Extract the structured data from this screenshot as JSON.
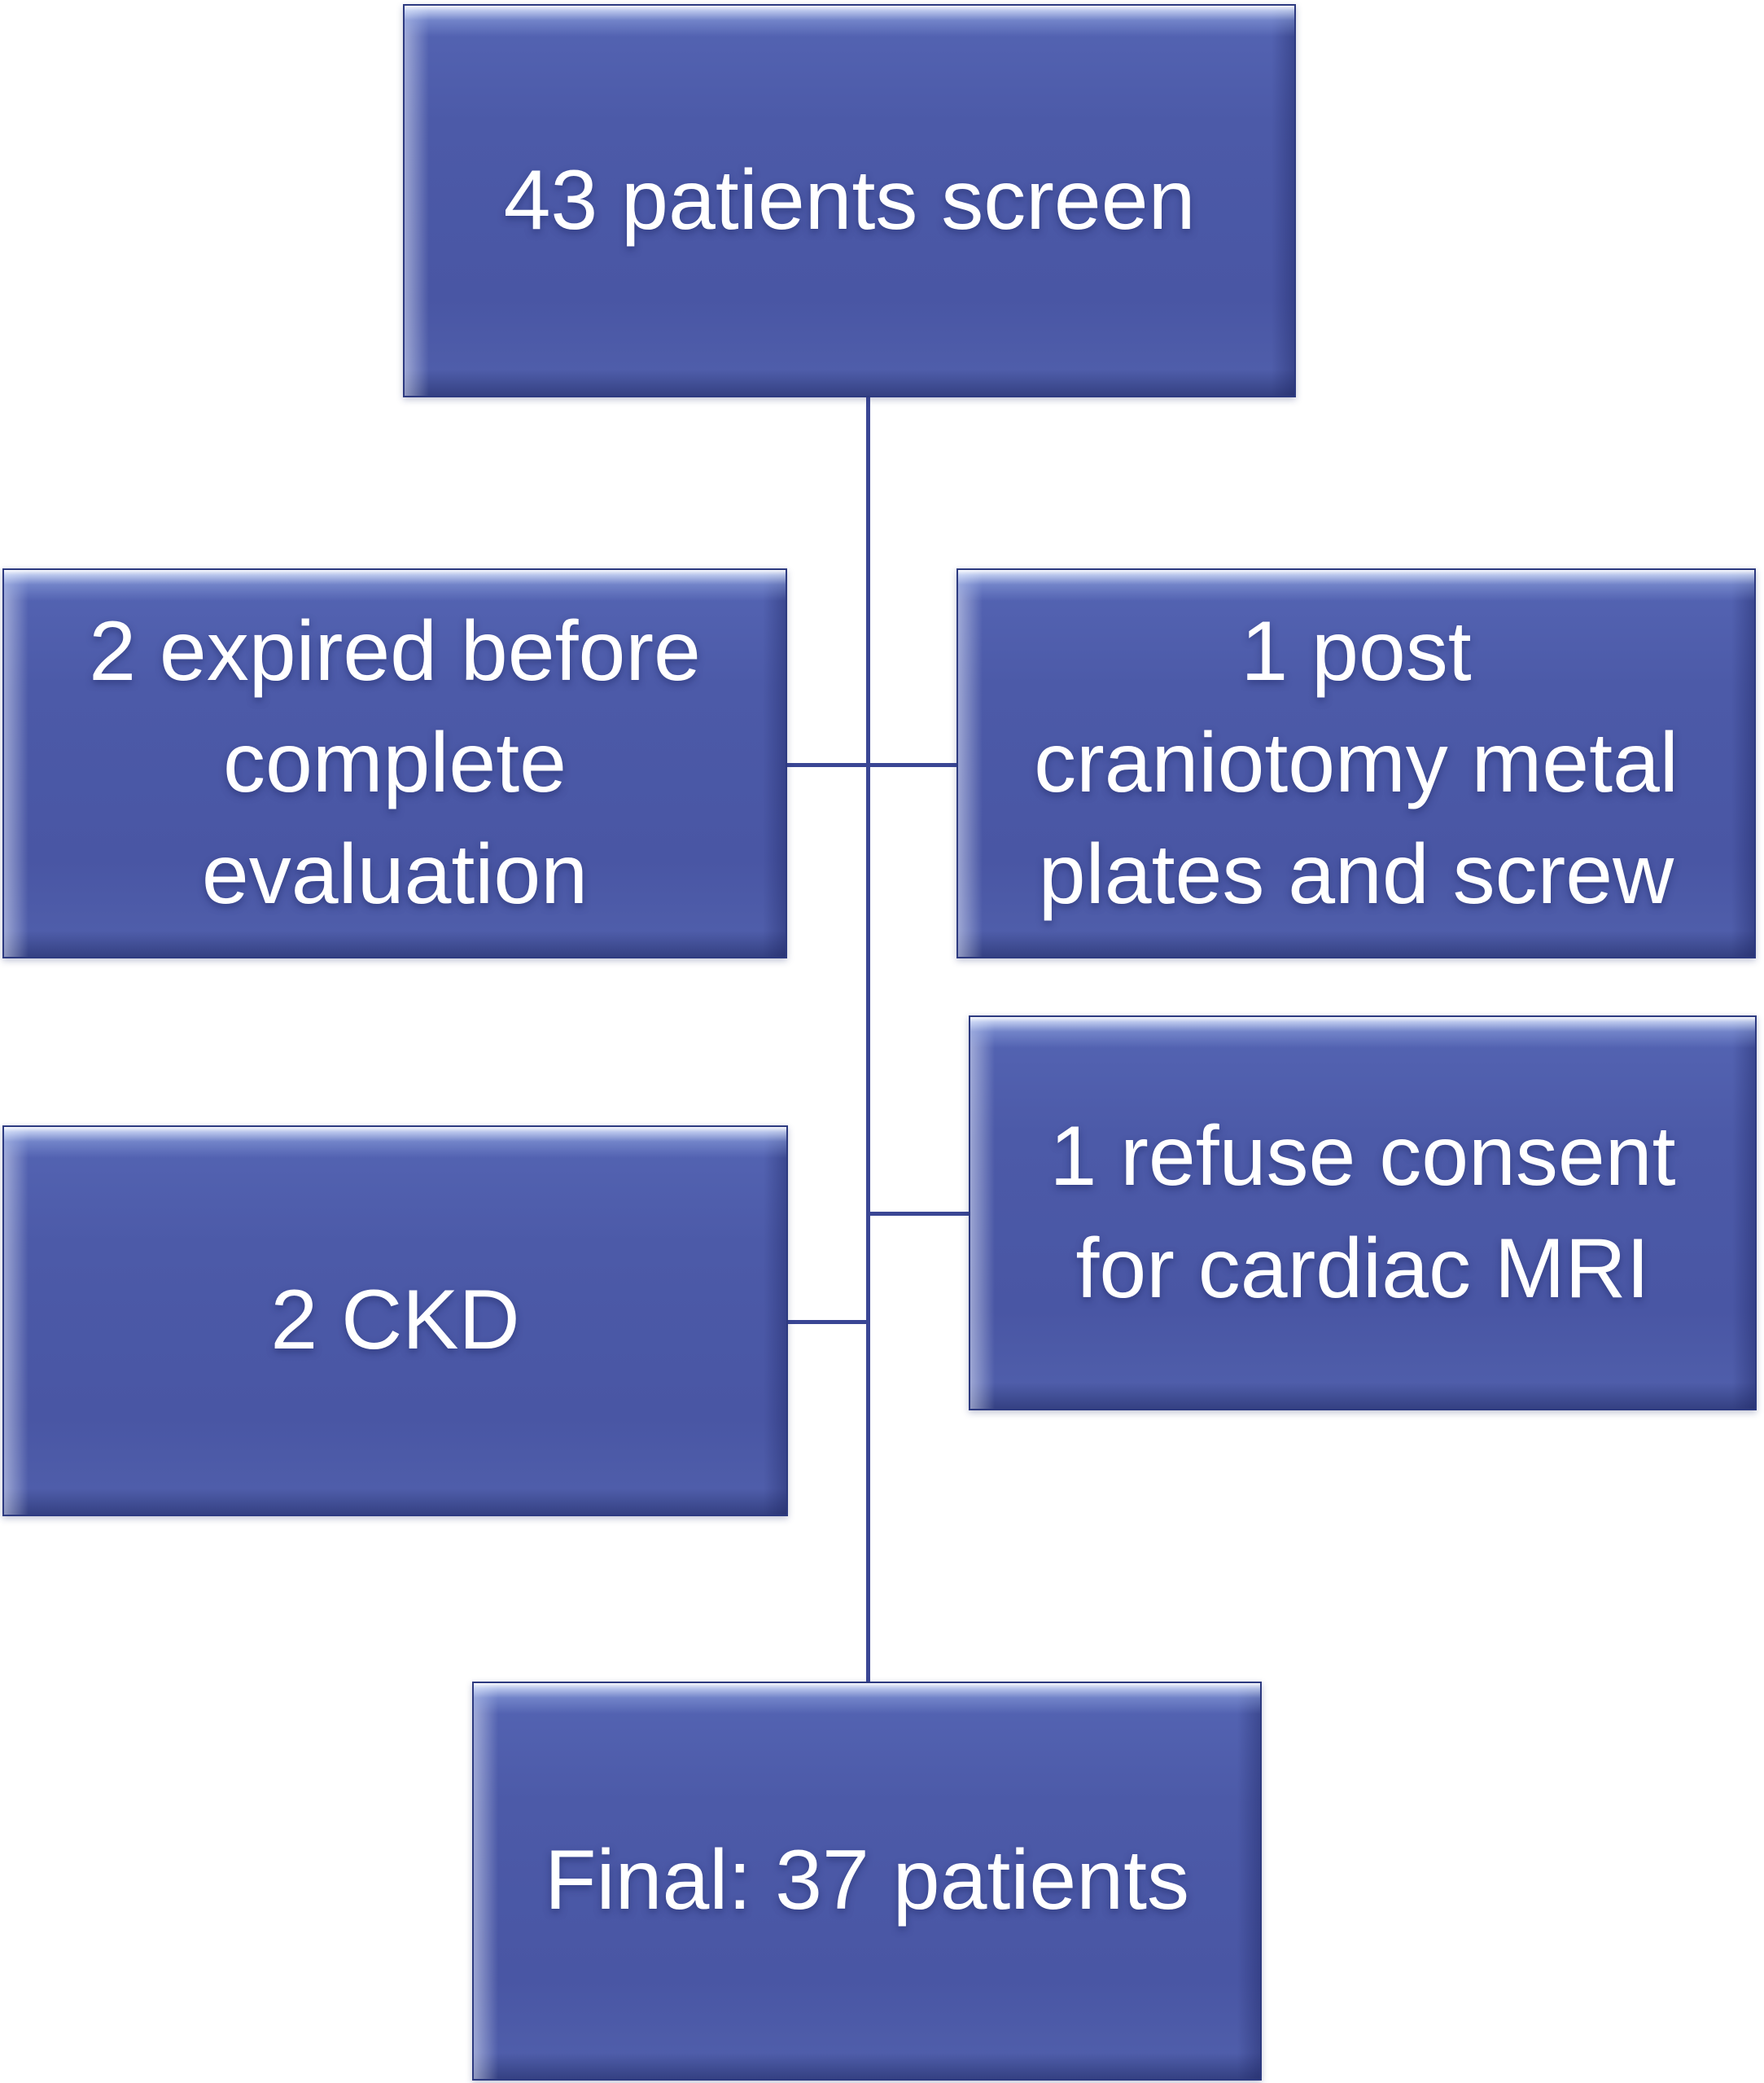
{
  "diagram": {
    "colors": {
      "box_fill": "#4c5aa8",
      "box_border": "#2d3a80",
      "connector": "#3a4694",
      "text": "#ffffff",
      "background": "#ffffff"
    },
    "nodes": {
      "screened": {
        "label": "43 patients screen"
      },
      "expired": {
        "label": "2 expired before\ncomplete\nevaluation"
      },
      "craniotomy": {
        "label": "1 post\ncraniotomy metal\nplates and screw"
      },
      "refuse": {
        "label": "1 refuse consent\nfor cardiac MRI"
      },
      "ckd": {
        "label": "2 CKD"
      },
      "final": {
        "label": "Final: 37 patients"
      }
    }
  }
}
